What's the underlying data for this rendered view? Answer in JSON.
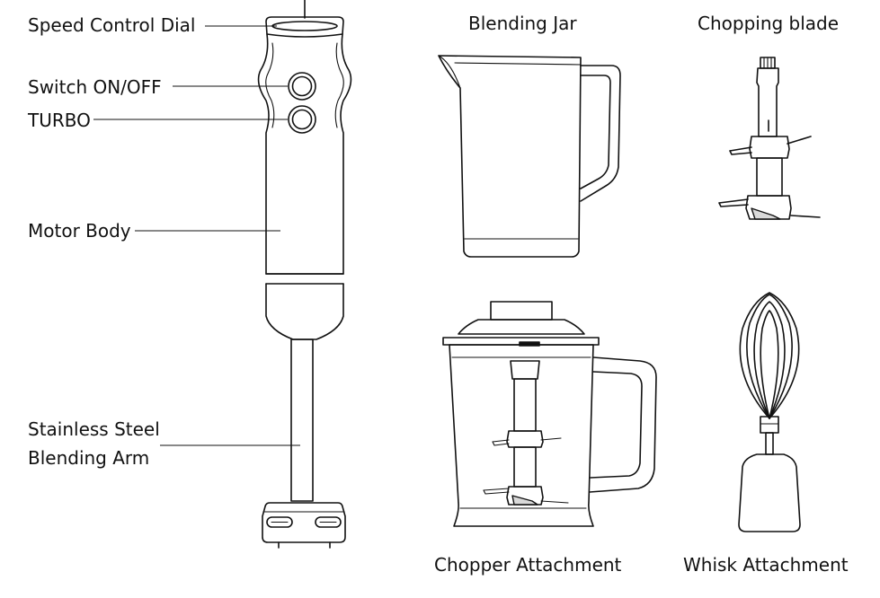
{
  "callouts": {
    "speed_dial": "Speed Control Dial",
    "switch": "Switch ON/OFF",
    "turbo": "TURBO",
    "motor": "Motor Body",
    "arm_line1": "Stainless Steel",
    "arm_line2": "Blending Arm"
  },
  "titles": {
    "jar": "Blending Jar",
    "chopping_blade": "Chopping blade",
    "chopper": "Chopper Attachment",
    "whisk": "Whisk Attachment"
  }
}
